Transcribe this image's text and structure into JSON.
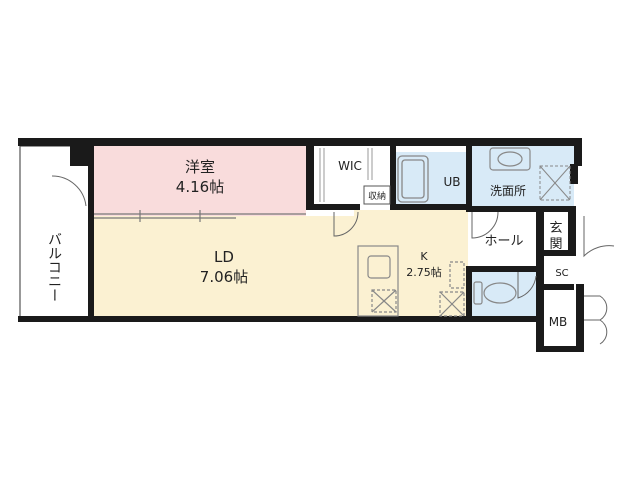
{
  "rooms": {
    "western": {
      "name": "洋室",
      "size": "4.16帖",
      "color": "#f9dcdc"
    },
    "ld": {
      "name": "LD",
      "size": "7.06帖",
      "color": "#fbf1d2"
    },
    "kitchen": {
      "name": "K",
      "size": "2.75帖",
      "color": "#fbf1d2"
    },
    "wic": {
      "name": "WIC"
    },
    "storage": {
      "name": "収納"
    },
    "ub": {
      "name": "UB",
      "color": "#d8eaf7"
    },
    "washroom": {
      "name": "洗面所",
      "color": "#d8eaf7"
    },
    "hall": {
      "name": "ホール"
    },
    "entrance": {
      "name": "玄関"
    },
    "sc": {
      "name": "SC"
    },
    "mb": {
      "name": "MB"
    },
    "balcony": {
      "name": "バルコニー"
    }
  },
  "colors": {
    "wall": "#1a1a1a",
    "fixture": "#8a8a8a",
    "water": "#d8eaf7"
  }
}
